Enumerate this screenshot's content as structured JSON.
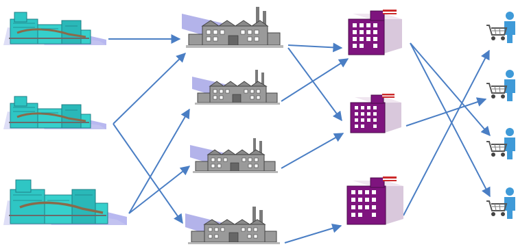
{
  "diagram": {
    "tiers": [
      {
        "name": "supplier",
        "count": 3
      },
      {
        "name": "factory",
        "count": 4
      },
      {
        "name": "distribution-center",
        "count": 3
      },
      {
        "name": "customer",
        "count": 4
      }
    ],
    "colors": {
      "arrow": "#4a7ec4",
      "supplier": "#2fc6c4",
      "factory": "#8a8a8a",
      "factory_ramp": "#b3b3ea",
      "warehouse": "#7e147e",
      "customer_body": "#3f9ad8"
    },
    "icons": [
      "supplier-plant-icon",
      "factory-icon",
      "warehouse-building-icon",
      "customer-cart-icon"
    ]
  }
}
